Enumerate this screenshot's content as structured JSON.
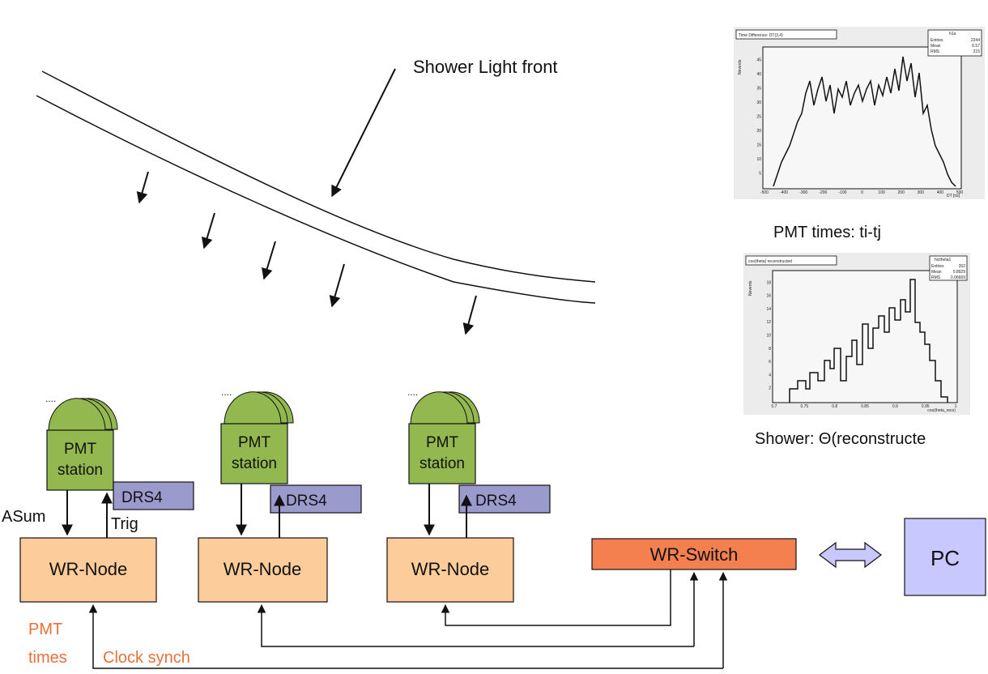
{
  "caption": {
    "shower_front": "Shower Light front",
    "pmt_times_caption": "PMT times: ti-tj",
    "shower_caption": "Shower: Θ(reconstructe"
  },
  "stations": [
    {
      "pmt_label_1": "PMT",
      "pmt_label_2": "station",
      "drs": "DRS4",
      "node": "WR-Node",
      "dots": "...."
    },
    {
      "pmt_label_1": "PMT",
      "pmt_label_2": "station",
      "drs": "DRS4",
      "node": "WR-Node",
      "dots": "...."
    },
    {
      "pmt_label_1": "PMT",
      "pmt_label_2": "station",
      "drs": "DRS4",
      "node": "WR-Node",
      "dots": "...."
    }
  ],
  "signals": {
    "asum": "ASum",
    "trig": "Trig"
  },
  "switch": {
    "label": "WR-Switch"
  },
  "pc": {
    "label": "PC"
  },
  "bottom_labels": {
    "pmt": "PMT",
    "times": "times",
    "clock": "Clock synch"
  },
  "colors": {
    "pmt": "#92b84f",
    "drs": "#9a9acc",
    "node": "#fccd9a",
    "switch": "#f48050",
    "pc": "#c8c8ff",
    "orange_text": "#e8703a"
  },
  "hist1": {
    "title": "Time Difference: DT(3,4)",
    "stats_name": "h1a",
    "entries_label": "Entries",
    "entries": "2244",
    "mean_label": "Mean",
    "mean": "6.57",
    "rms_label": "RMS",
    "rms": "215",
    "ylabel": "Nevents",
    "xlabel": "DT [ns]",
    "xticks": [
      "-500",
      "-400",
      "-300",
      "-200",
      "-100",
      "0",
      "100",
      "200",
      "300",
      "400",
      "500"
    ],
    "yticks": [
      "5",
      "10",
      "15",
      "20",
      "25",
      "30",
      "35",
      "40",
      "45"
    ]
  },
  "hist2": {
    "title": "cos(theta) reconstructed",
    "stats_name": "hcitheta1",
    "entries_label": "Entries",
    "entries": "262",
    "mean_label": "Mean",
    "mean": "0.8929",
    "rms_label": "RMS",
    "rms": "0.06669",
    "ylabel": "Nevents",
    "xlabel": "cos(theta_reco)",
    "xticks": [
      "0.7",
      "0.75",
      "0.8",
      "0.85",
      "0.9",
      "0.95",
      "1"
    ],
    "yticks": [
      "2",
      "4",
      "6",
      "8",
      "10",
      "12",
      "14",
      "16",
      "18"
    ]
  }
}
